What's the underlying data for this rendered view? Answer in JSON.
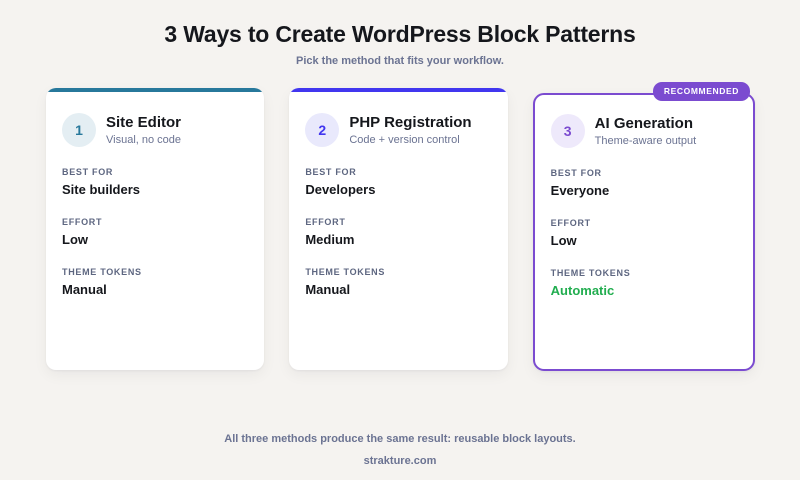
{
  "header": {
    "title": "3 Ways to Create WordPress Block Patterns",
    "subtitle": "Pick the method that fits your workflow."
  },
  "cards": [
    {
      "number": "1",
      "title": "Site Editor",
      "tagline": "Visual, no code",
      "accent_color": "#27789b",
      "fields": [
        {
          "label": "BEST FOR",
          "value": "Site builders"
        },
        {
          "label": "EFFORT",
          "value": "Low"
        },
        {
          "label": "THEME TOKENS",
          "value": "Manual"
        }
      ]
    },
    {
      "number": "2",
      "title": "PHP Registration",
      "tagline": "Code + version control",
      "accent_color": "#4136ef",
      "fields": [
        {
          "label": "BEST FOR",
          "value": "Developers"
        },
        {
          "label": "EFFORT",
          "value": "Medium"
        },
        {
          "label": "THEME TOKENS",
          "value": "Manual"
        }
      ]
    },
    {
      "number": "3",
      "title": "AI Generation",
      "tagline": "Theme-aware output",
      "accent_color": "#7b4bd0",
      "badge": "RECOMMENDED",
      "fields": [
        {
          "label": "BEST FOR",
          "value": "Everyone"
        },
        {
          "label": "EFFORT",
          "value": "Low"
        },
        {
          "label": "THEME TOKENS",
          "value": "Automatic",
          "value_color": "#21ad4f"
        }
      ]
    }
  ],
  "footer": {
    "note": "All three methods produce the same result: reusable block layouts.",
    "brand": "strakture.com"
  },
  "colors": {
    "background": "#f5f3f0",
    "card_background": "#ffffff",
    "ink": "#15171c",
    "slate": "#6b7392",
    "green": "#21ad4f"
  }
}
